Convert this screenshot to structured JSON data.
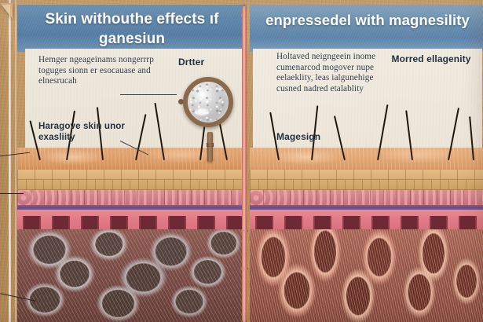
{
  "poster": {
    "type": "medical-infographic",
    "subject": "skin cross-section comparison",
    "border_color": "#bb915e",
    "header_color": "#5e85ab",
    "paper_color": "#eae3d6"
  },
  "left_panel": {
    "title": "Skin withouthe effects ıf ganesiun",
    "paragraph": "Hemger ngeageinams nongerrrp toguges sionn er esocauase and elnesrucah",
    "bold_label": "Haragove skin unor exasliity",
    "lens_label": "Drtter",
    "lens_color": "#bdbdbd",
    "collagen_description": "degraded porous grey network"
  },
  "right_panel": {
    "title": "enpressedel with magnesility",
    "paragraph": "Holtaved neigngeein inome cumenarcod mogover nupe eelaeklity, leas ialgunehige cusned nadred etalablity",
    "bold_label": "Magesign",
    "lens_label": "Morred ellagenity",
    "lens_color": "#dcae95",
    "collagen_description": "healthy thick pink collagen strands"
  },
  "skin_layers": {
    "surface": "#dfa06c",
    "epidermis": "#d8ae73",
    "papillae": "#cf7f86",
    "vessels": "#3f5fa0",
    "wave_band": "#e07b87",
    "dermis": "#6b2f24"
  },
  "divider": {
    "color": "#f0a394"
  }
}
